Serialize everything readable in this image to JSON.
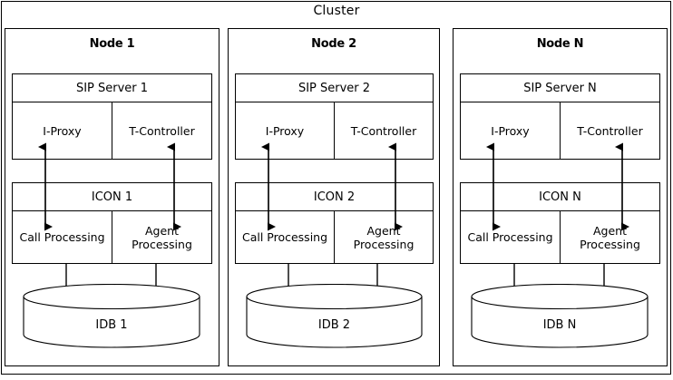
{
  "diagram": {
    "title": "Cluster",
    "nodes": [
      {
        "title": "Node 1",
        "server": {
          "header": "SIP Server 1",
          "cells": [
            "I-Proxy",
            "T-Controller"
          ]
        },
        "icon": {
          "header": "ICON 1",
          "cells": [
            "Call Processing",
            "Agent Processing"
          ]
        },
        "database": "IDB 1"
      },
      {
        "title": "Node 2",
        "server": {
          "header": "SIP Server 2",
          "cells": [
            "I-Proxy",
            "T-Controller"
          ]
        },
        "icon": {
          "header": "ICON 2",
          "cells": [
            "Call Processing",
            "Agent Processing"
          ]
        },
        "database": "IDB 2"
      },
      {
        "title": "Node N",
        "server": {
          "header": "SIP Server N",
          "cells": [
            "I-Proxy",
            "T-Controller"
          ]
        },
        "icon": {
          "header": "ICON N",
          "cells": [
            "Call Processing",
            "Agent Processing"
          ]
        },
        "database": "IDB N"
      }
    ],
    "colors": {
      "stroke": "#000000",
      "background": "#ffffff",
      "text": "#000000"
    }
  }
}
